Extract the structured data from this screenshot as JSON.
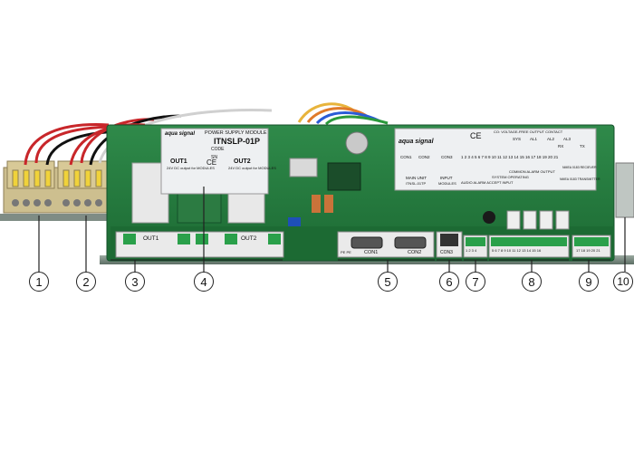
{
  "power_module": {
    "brand": "aqua signal",
    "title": "POWER SUPPLY MODULE",
    "model": "ITNSLP-01P",
    "code": "CODE",
    "sn": "SN",
    "out1_title": "OUT1",
    "out1_desc": "24V DC output for MODULES",
    "out2_title": "OUT2",
    "out2_desc": "24V DC output for MODULES",
    "ce": "CE"
  },
  "main_unit": {
    "brand": "aqua signal",
    "ce": "CE",
    "contact_title": "CO: VOLTAGE-FREE OUTPUT CONTACT",
    "sys": "SYS",
    "al1": "AL1",
    "al2": "AL2",
    "al3": "AL3",
    "rx": "RX",
    "tx": "TX",
    "con1": "CON1",
    "con2": "CON2",
    "con3": "CON3",
    "main_unit_label": "MAIN UNIT",
    "main_unit_model": "ITNSL-01TP",
    "input_label": "INPUT",
    "modules_label": "MODULES",
    "common_alarm": "COMMON ALARM OUTPUT",
    "system_operating": "SYSTEM OPERATING",
    "audio_alarm": "AUDIO ALARM ACCEPT INPUT",
    "nmea_rx": "NMEA 0183 RECIEVER",
    "nmea_tx": "NMEA 0183 TRANSMITTER",
    "term_numbers": "1  2  3  4  5  6  7  8  9  10 11 12 13 14 15 16 17 18 19 20 21"
  },
  "board": {
    "out1": "OUT1",
    "out2": "OUT2",
    "con1": "CON1",
    "con2": "CON2",
    "con3": "CON3",
    "pe": "PE PE",
    "t1": "1  2  3  4",
    "t2": "5  6  7  8  9  10 11 12 13 14 15 16",
    "t3": "17 18 19 20 21"
  },
  "callouts": [
    "1",
    "2",
    "3",
    "4",
    "5",
    "6",
    "7",
    "8",
    "9",
    "10"
  ],
  "colors": {
    "pcb": "#1f7a3a",
    "rail": "#6c7f70",
    "terminal": "#c9b98a",
    "label_bg": "#e9ecef"
  }
}
